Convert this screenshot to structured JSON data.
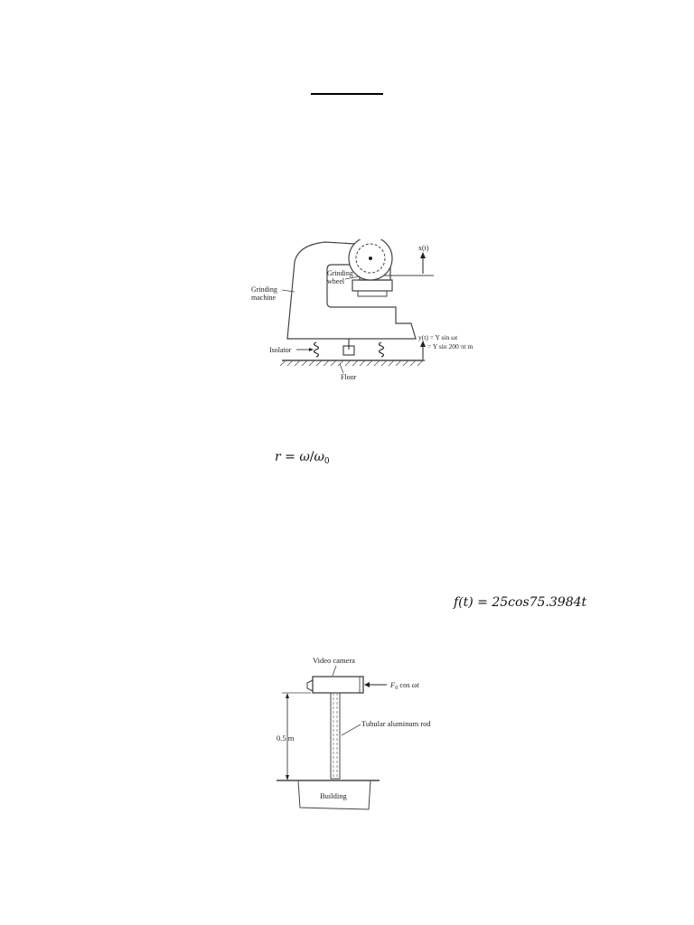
{
  "figure1": {
    "labels": {
      "x_t": "x(t)",
      "grinding_wheel_line1": "Grinding",
      "grinding_wheel_line2": "wheel",
      "grinding_machine_line1": "Grinding",
      "grinding_machine_line2": "machine",
      "y_t_line1": "y(t) = Y sin ωt",
      "y_t_line2": "= Y sin 200 πt m",
      "isolator": "Isolator",
      "floor": "Floor"
    }
  },
  "equation1": {
    "lhs": "r",
    "op1": " = ",
    "omega": "ω",
    "slash": "/",
    "omega0": "ω",
    "sub0": "0"
  },
  "equation2": {
    "text": "f(t) = 25cos75.3984t"
  },
  "figure2": {
    "labels": {
      "video_camera": "Video camera",
      "force_f": "F",
      "force_sub": "0",
      "force_rest": " cos ωt",
      "rod": "Tubular aluminum rod",
      "height": "0.5 m",
      "building": "Building"
    }
  }
}
